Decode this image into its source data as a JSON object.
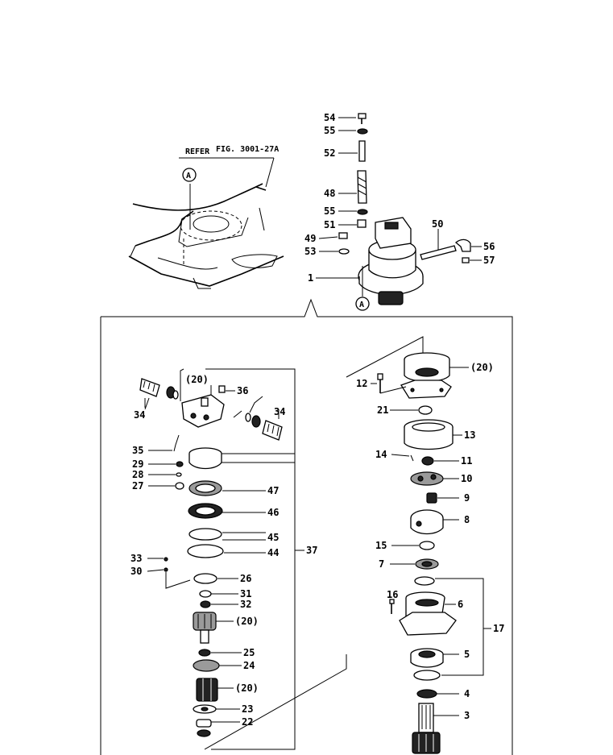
{
  "reference": {
    "prefix": "REFER",
    "figure": "FIG. 3001-27A"
  },
  "marker_symbol": "A",
  "top_labels": {
    "p54": "54",
    "p55a": "55",
    "p52": "52",
    "p48": "48",
    "p55b": "55",
    "p51": "51",
    "p49": "49",
    "p53": "53",
    "p50": "50",
    "p56": "56",
    "p57": "57",
    "p1": "1"
  },
  "left_column_labels": {
    "p20a": "(20)",
    "p36": "36",
    "p34a": "34",
    "p34b": "34",
    "p35": "35",
    "p29": "29",
    "p28": "28",
    "p27": "27",
    "p47": "47",
    "p46": "46",
    "p45": "45",
    "p44": "44",
    "p37": "37",
    "p33": "33",
    "p30": "30",
    "p26": "26",
    "p31": "31",
    "p32": "32",
    "p20b": "(20)",
    "p25": "25",
    "p24": "24",
    "p20c": "(20)",
    "p23": "23",
    "p22": "22"
  },
  "right_column_labels": {
    "p20d": "(20)",
    "p12": "12",
    "p21": "21",
    "p13": "13",
    "p14": "14",
    "p11": "11",
    "p10": "10",
    "p9": "9",
    "p8": "8",
    "p15": "15",
    "p7": "7",
    "p16": "16",
    "p6": "6",
    "p17": "17",
    "p5": "5",
    "p4": "4",
    "p3": "3"
  }
}
